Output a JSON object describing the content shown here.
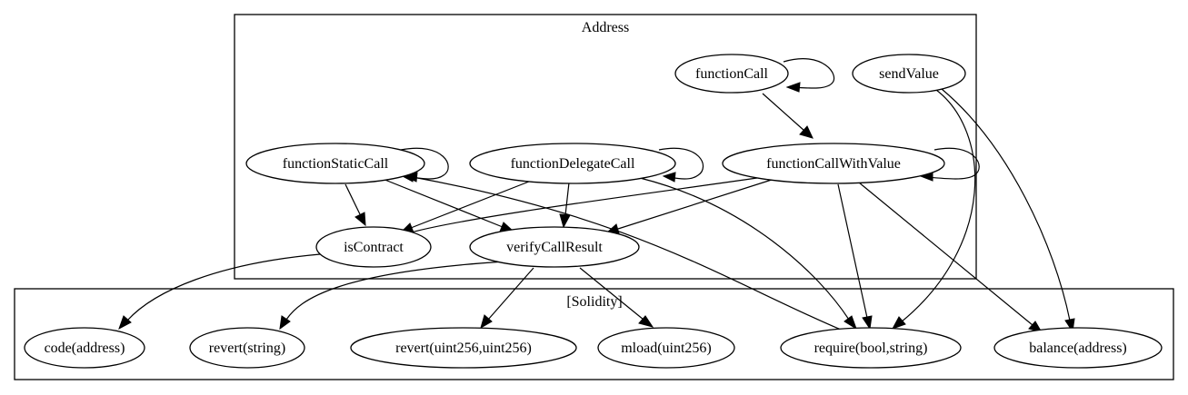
{
  "clusters": {
    "address": {
      "label": "Address"
    },
    "solidity": {
      "label": "[Solidity]"
    }
  },
  "nodes": {
    "functionCall": "functionCall",
    "sendValue": "sendValue",
    "functionStaticCall": "functionStaticCall",
    "functionDelegateCall": "functionDelegateCall",
    "functionCallWithValue": "functionCallWithValue",
    "isContract": "isContract",
    "verifyCallResult": "verifyCallResult",
    "code_address": "code(address)",
    "revert_string": "revert(string)",
    "revert_uint": "revert(uint256,uint256)",
    "mload": "mload(uint256)",
    "require": "require(bool,string)",
    "balance": "balance(address)"
  },
  "edges": [
    [
      "functionCall",
      "functionCall"
    ],
    [
      "functionCall",
      "functionCallWithValue"
    ],
    [
      "functionStaticCall",
      "functionStaticCall"
    ],
    [
      "functionStaticCall",
      "isContract"
    ],
    [
      "functionStaticCall",
      "verifyCallResult"
    ],
    [
      "functionDelegateCall",
      "functionDelegateCall"
    ],
    [
      "functionDelegateCall",
      "isContract"
    ],
    [
      "functionDelegateCall",
      "verifyCallResult"
    ],
    [
      "functionDelegateCall",
      "require"
    ],
    [
      "functionCallWithValue",
      "functionCallWithValue"
    ],
    [
      "functionCallWithValue",
      "isContract"
    ],
    [
      "functionCallWithValue",
      "verifyCallResult"
    ],
    [
      "functionCallWithValue",
      "require"
    ],
    [
      "functionCallWithValue",
      "balance"
    ],
    [
      "sendValue",
      "require"
    ],
    [
      "sendValue",
      "balance"
    ],
    [
      "require",
      "functionStaticCall"
    ],
    [
      "isContract",
      "code_address"
    ],
    [
      "verifyCallResult",
      "revert_string"
    ],
    [
      "verifyCallResult",
      "revert_uint"
    ],
    [
      "verifyCallResult",
      "mload"
    ]
  ]
}
